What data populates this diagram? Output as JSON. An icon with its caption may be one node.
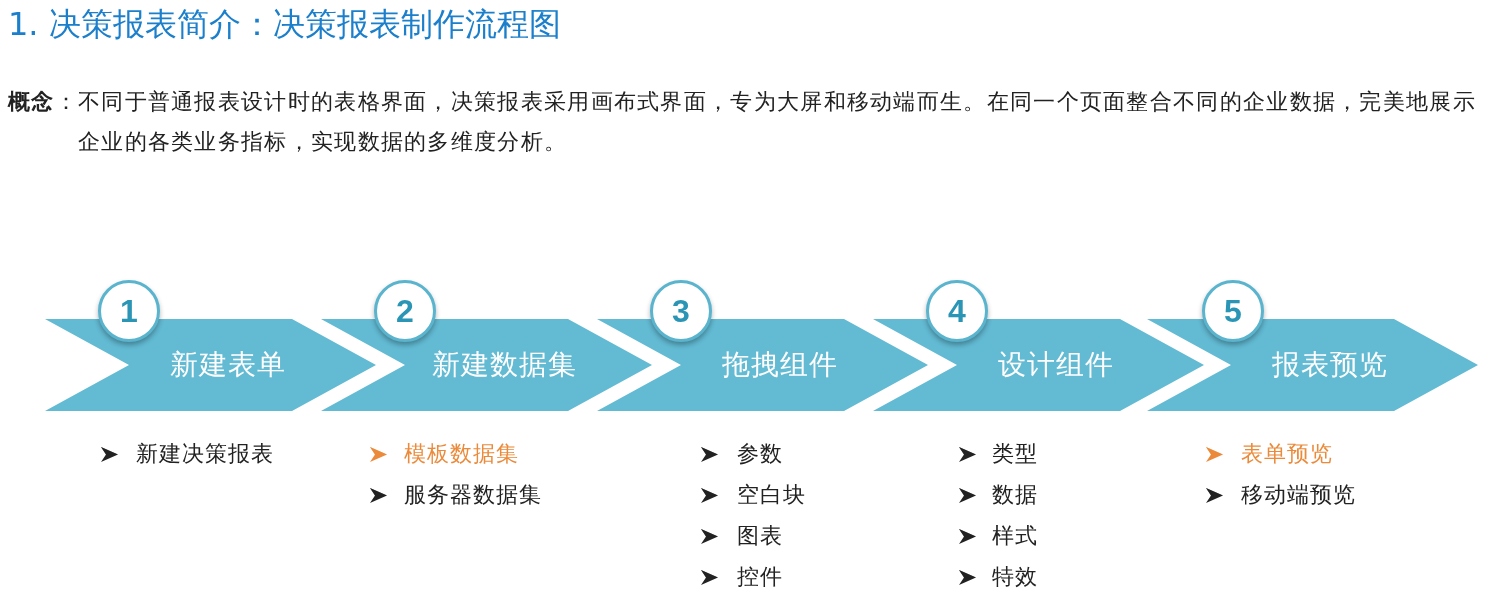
{
  "diagram": {
    "title": "1. 决策报表简介：决策报表制作流程图",
    "nodes": [
      {
        "text": [
          "1"
        ]
      },
      {
        "text": [
          "新建表单"
        ],
        "beside": [
          "新建决策报表"
        ]
      },
      {
        "text": [
          "2"
        ]
      },
      {
        "text": [
          "新建数据集"
        ],
        "beside": [
          "模板数据集",
          "服务器数据集"
        ]
      },
      {
        "text": [
          "3"
        ]
      },
      {
        "text": [
          "拖拽组件"
        ],
        "beside": [
          "参数",
          "空白块",
          "图表",
          "控件"
        ]
      },
      {
        "text": [
          "4"
        ]
      },
      {
        "text": [
          "设计组件"
        ],
        "beside": [
          "类型",
          "数据",
          "样式",
          "特效"
        ]
      },
      {
        "text": [
          "5"
        ]
      },
      {
        "text": [
          "报表预览"
        ],
        "beside": [
          "表单预览",
          "移动端预览"
        ]
      }
    ],
    "labels": [
      "**概念**：不同于普通报表设计时的表格界面，决策报表采用画布式界面，专为大屏和移动端而生。在同一个页面整合不同的企业数据，完美地展示企业的各类业务指标，实现数据的多维度分析。"
    ]
  }
}
